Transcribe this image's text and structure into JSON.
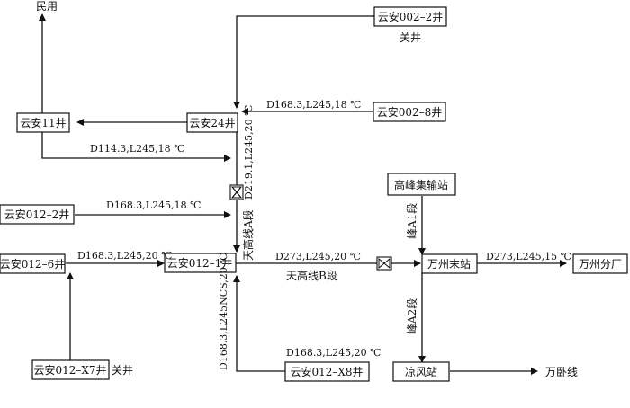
{
  "nodes": {
    "yunan002_2": "云安002–2井",
    "yunan002_8": "云安002–8井",
    "yunan24": "云安24井",
    "yunan11": "云安11井",
    "yunan012_2": "云安012–2井",
    "yunan012_6": "云安012–6井",
    "yunan012_1": "云安012–1井",
    "yunan012_x7": "云安012–X7井",
    "yunan012_x8": "云安012–X8井",
    "gaofeng": "高峰集输站",
    "wanzhou_end": "万州末站",
    "wanzhou_plant": "万州分厂",
    "liangfeng": "凉风站"
  },
  "labels": {
    "minyong": "民用",
    "guanjing_top": "关井",
    "guanjing_x7": "关井",
    "wanwo": "万卧线",
    "pipe_002_8": "D168.3,L245,18 ℃",
    "pipe_11": "D114.3,L245,18 ℃",
    "pipe_012_2": "D168.3,L245,18 ℃",
    "pipe_012_6": "D168.3,L245,20 ℃",
    "pipe_x8": "D168.3,L245,20 ℃",
    "pipe_b": "D273,L245,20 ℃",
    "pipe_plant": "D273,L245,15 ℃",
    "pipe_vertical_a": "D219.1,L245,20 ℃",
    "pipe_vertical_x8": "D168.3,L245NCS,20 ℃",
    "tiangao_a": "天高线A段",
    "tiangao_b": "天高线B段",
    "feng_a1": "峰A1段",
    "feng_a2": "峰A2段"
  }
}
